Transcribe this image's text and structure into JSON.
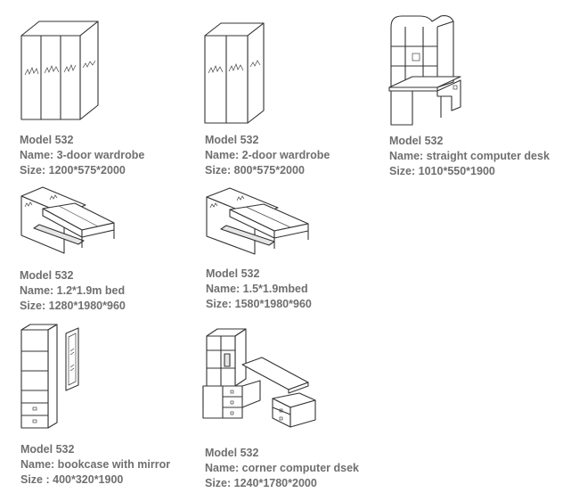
{
  "products": [
    {
      "model": "Model 532",
      "name": "Name: 3-door wardrobe",
      "size": "Size: 1200*575*2000",
      "icon": "wardrobe-3-door-icon"
    },
    {
      "model": "Model 532",
      "name": "Name: 2-door wardrobe",
      "size": "Size: 800*575*2000",
      "icon": "wardrobe-2-door-icon"
    },
    {
      "model": "Model 532",
      "name": "Name: straight computer desk",
      "size": "Size: 1010*550*1900",
      "icon": "computer-desk-icon"
    },
    {
      "model": "Model 532",
      "name": "Name: 1.2*1.9m bed",
      "size": "Size: 1280*1980*960",
      "icon": "bed-icon"
    },
    {
      "model": "Model 532",
      "name": "Name: 1.5*1.9mbed",
      "size": "Size: 1580*1980*960",
      "icon": "bed-icon"
    },
    {
      "model": "Model 532",
      "name": "Name: bookcase with mirror",
      "size": "Size : 400*320*1900",
      "icon": "bookcase-mirror-icon"
    },
    {
      "model": "Model 532",
      "name": "Name: corner computer dsek",
      "size": "Size: 1240*1780*2000",
      "icon": "corner-desk-icon"
    }
  ]
}
